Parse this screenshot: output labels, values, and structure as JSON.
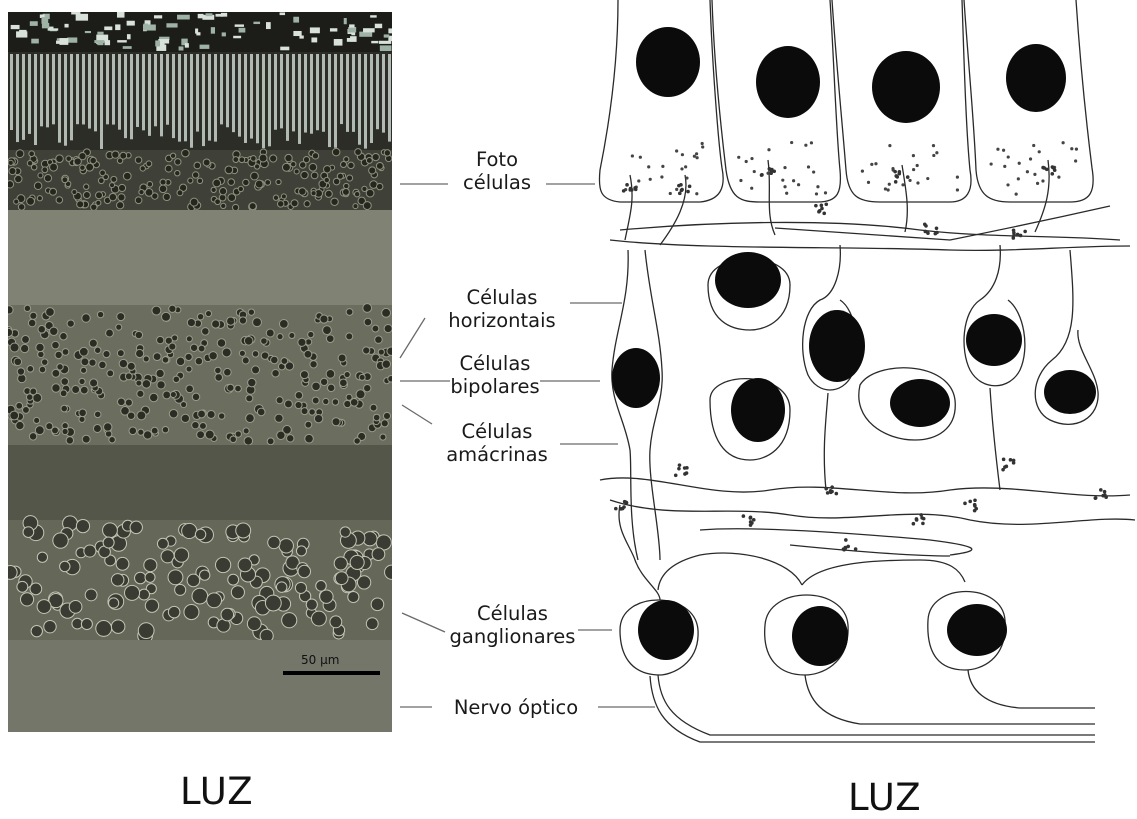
{
  "labels": {
    "foto": [
      "Foto",
      "células"
    ],
    "horizontais": [
      "Células",
      "horizontais"
    ],
    "bipolares": [
      "Células",
      "bipolares"
    ],
    "amacrinas": [
      "Células",
      "amácrinas"
    ],
    "ganglionares": [
      "Células",
      "ganglionares"
    ],
    "nervo": "Nervo óptico"
  },
  "scale_bar": "50 µm",
  "light_left": "LUZ",
  "light_right": "LUZ",
  "colors": {
    "ink": "#1a1a1a",
    "nucleus": "#0b0b0b",
    "tissue": "#6f6f62"
  }
}
